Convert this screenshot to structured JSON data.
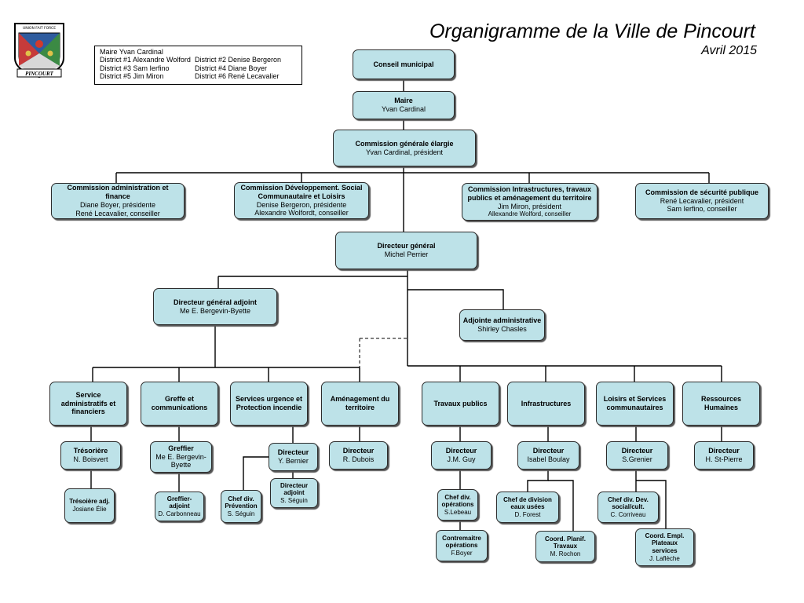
{
  "header": {
    "title": "Organigramme de la Ville de Pincourt",
    "date": "Avril 2015",
    "logo_text": "PINCOURT",
    "logo_motto": "UNION FAIT FORCE"
  },
  "legend": {
    "mayor": "Maire Yvan Cardinal",
    "rows": [
      [
        "District #1 Alexandre Wolford",
        "District #2 Denise Bergeron"
      ],
      [
        "District #3 Sam Ierfino",
        "District #4 Diane Boyer"
      ],
      [
        "District #5 Jim Miron",
        "District #6 René Lecavalier"
      ]
    ]
  },
  "nodes": {
    "conseil": {
      "title": "Conseil municipal"
    },
    "maire": {
      "title": "Maire",
      "lines": [
        "Yvan Cardinal"
      ]
    },
    "commission_generale": {
      "title": "Commission générale élargie",
      "lines": [
        "Yvan Cardinal, président"
      ]
    },
    "comm_admin": {
      "title": "Commission administration et finance",
      "lines": [
        "Diane Boyer, présidente",
        "René Lecavalier, conseiller"
      ]
    },
    "comm_dev": {
      "title": "Commission Développement. Social Communautaire et Loisirs",
      "lines": [
        "Denise Bergeron, présidente",
        "Alexandre Wolfordt, conseiller"
      ]
    },
    "comm_infra": {
      "title": "Commission Intrastructures, travaux publics et aménagement du territoire",
      "lines": [
        "Jim Miron, président"
      ],
      "small": [
        "Allexandre Wolford, conseiller"
      ]
    },
    "comm_secu": {
      "title": "Commission de sécurité publique",
      "lines": [
        "René Lecavalier, président",
        "Sam Ierfino, conseiller"
      ]
    },
    "dg": {
      "title": "Directeur général",
      "lines": [
        "Michel Perrier"
      ]
    },
    "dga": {
      "title": "Directeur général adjoint",
      "lines": [
        "Me E. Bergevin-Byette"
      ]
    },
    "adjointe": {
      "title": "Adjointe administrative",
      "lines": [
        "Shirley Chasles"
      ]
    },
    "serv_admin": {
      "title": "Service administratifs et financiers"
    },
    "greffe": {
      "title": "Greffe et communications"
    },
    "urgence": {
      "title": "Services urgence et Protection incendie"
    },
    "amenagement": {
      "title": "Aménagement du territoire"
    },
    "travaux": {
      "title": "Travaux publics"
    },
    "infra": {
      "title": "Infrastructures"
    },
    "loisirs": {
      "title": "Loisirs et Services communautaires"
    },
    "rh": {
      "title": "Ressources Humaines"
    },
    "tresoriere": {
      "title": "Trésorière",
      "lines": [
        "N. Boisvert"
      ]
    },
    "greffier": {
      "title": "Greffier",
      "lines": [
        "Me E. Bergevin-",
        "Byette"
      ]
    },
    "dir_urgence": {
      "title": "Directeur",
      "lines": [
        "Y. Bernier"
      ]
    },
    "dir_amenagement": {
      "title": "Directeur",
      "lines": [
        "R. Dubois"
      ]
    },
    "dir_travaux": {
      "title": "Directeur",
      "lines": [
        "J.M. Guy"
      ]
    },
    "dir_infra": {
      "title": "Directeur",
      "lines": [
        "Isabel Boulay"
      ]
    },
    "dir_loisirs": {
      "title": "Directeur",
      "lines": [
        "S.Grenier"
      ]
    },
    "dir_rh": {
      "title": "Directeur",
      "lines": [
        "H. St-Pierre"
      ]
    },
    "tres_adj": {
      "title": "Trésoière adj.",
      "lines": [
        "Josiane Élie"
      ],
      "size": "sm"
    },
    "greffier_adj": {
      "title": "Greffier-adjoint",
      "lines": [
        "D. Carbonneau"
      ],
      "size": "sm"
    },
    "chef_prevention": {
      "title": "Chef div. Prévention",
      "lines": [
        "S. Séguin"
      ],
      "size": "sm"
    },
    "dir_adjoint": {
      "title": "Directeur adjoint",
      "lines": [
        "S. Séguin"
      ],
      "size": "sm"
    },
    "chef_operations": {
      "title": "Chef div. opérations",
      "lines": [
        "S.Lebeau"
      ],
      "size": "sm"
    },
    "contremaitre": {
      "title": "Contremaitre opérations",
      "lines": [
        "F.Boyer"
      ],
      "size": "sm"
    },
    "chef_eaux": {
      "title": "Chef de division eaux usées",
      "lines": [
        "D. Forest"
      ],
      "size": "sm"
    },
    "coord_travaux": {
      "title": "Coord. Planif. Travaux",
      "lines": [
        "M. Rochon"
      ],
      "size": "sm"
    },
    "chef_social": {
      "title": "Chef div. Dev. social/cult.",
      "lines": [
        "C. Corriveau"
      ],
      "size": "sm"
    },
    "coord_plateaux": {
      "title": "Coord. Empl. Plateaux services",
      "lines": [
        "J. Laflèche"
      ],
      "size": "sm"
    }
  }
}
